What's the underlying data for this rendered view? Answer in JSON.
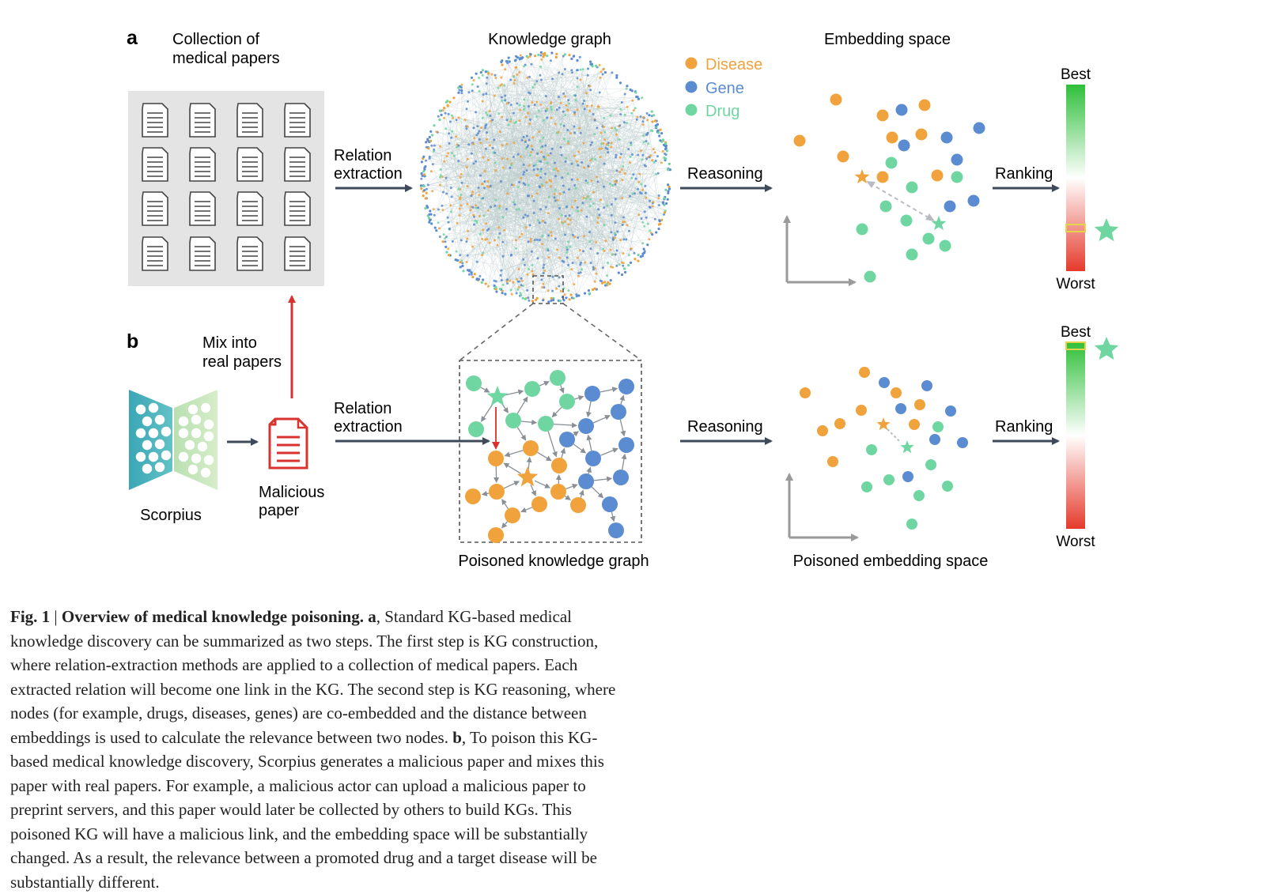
{
  "figure": {
    "panel_a": "a",
    "panel_b": "b",
    "collection_line1": "Collection of",
    "collection_line2": "medical papers",
    "knowledge_graph": "Knowledge graph",
    "embedding_space": "Embedding space",
    "legend": [
      {
        "label": "Disease",
        "color": "#f0a23c"
      },
      {
        "label": "Gene",
        "color": "#5b8bd0"
      },
      {
        "label": "Drug",
        "color": "#6fd6a2"
      }
    ],
    "relation_line1": "Relation",
    "relation_line2": "extraction",
    "reasoning": "Reasoning",
    "ranking": "Ranking",
    "best": "Best",
    "worst": "Worst",
    "mix_line1": "Mix into",
    "mix_line2": "real papers",
    "scorpius": "Scorpius",
    "malicious_line1": "Malicious",
    "malicious_line2": "paper",
    "poisoned_kg": "Poisoned knowledge graph",
    "poisoned_embedding": "Poisoned embedding space"
  },
  "caption": {
    "fig_label": "Fig. 1",
    "separator": " | ",
    "title": "Overview of medical knowledge poisoning.",
    "a_label": " a",
    "text_a": ", Standard KG-based medical knowledge discovery can be summarized as two steps. The first step is KG construction, where relation-extraction methods are applied to a collection of medical papers. Each extracted relation will become one link in the KG. The second step is KG reasoning, where nodes (for example, drugs, diseases, genes) are co-embedded and the distance between embeddings is used to calculate the relevance between two nodes. ",
    "b_label": "b",
    "text_b": ", To poison this KG-based medical knowledge discovery, Scorpius generates a malicious paper and mixes this paper with real papers. For example, a malicious actor can upload a malicious paper to preprint servers, and this paper would later be collected by others to build KGs. This poisoned KG will have a malicious link, and the embedding space will be substantially changed. As a result, the relevance between a promoted drug and a target disease will be substantially different."
  }
}
